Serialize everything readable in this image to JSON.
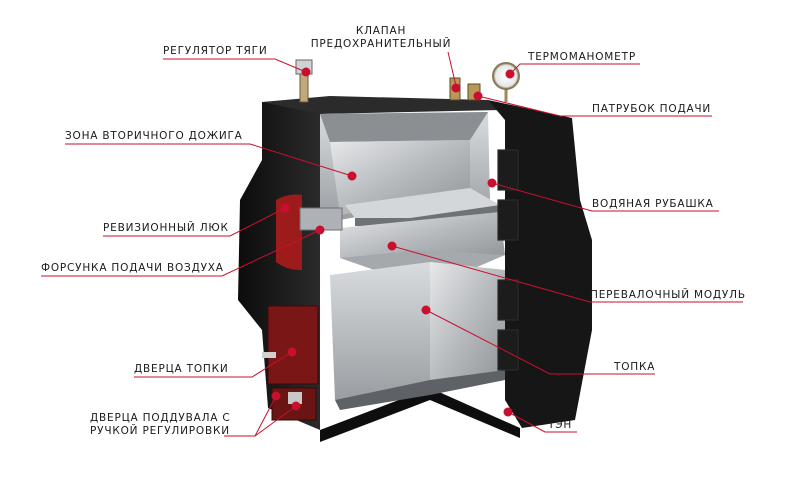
{
  "labels": {
    "draft_regulator": "РЕГУЛЯТОР ТЯГИ",
    "safety_valve_line1": "КЛАПАН",
    "safety_valve_line2": "ПРЕДОХРАНИТЕЛЬНЫЙ",
    "thermomanometer": "ТЕРМОМАНОМЕТР",
    "supply_pipe": "ПАТРУБОК ПОДАЧИ",
    "afterburn_zone": "ЗОНА ВТОРИЧНОГО ДОЖИГА",
    "water_jacket": "ВОДЯНАЯ РУБАШКА",
    "inspection_hatch": "РЕВИЗИОННЫЙ ЛЮК",
    "air_nozzle": "ФОРСУНКА ПОДАЧИ ВОЗДУХА",
    "transfer_module": "ПЕРЕВАЛОЧНЫЙ МОДУЛЬ",
    "firebox_door": "ДВЕРЦА ТОПКИ",
    "firebox": "ТОПКА",
    "ash_door_line1": "ДВЕРЦА ПОДДУВАЛА С",
    "ash_door_line2": "РУЧКОЙ РЕГУЛИРОВКИ",
    "heater": "ТЭН"
  },
  "colors": {
    "leader": "#c8102e",
    "marker": "#c8102e",
    "body": "#141414",
    "steel": "#b9bcbf",
    "door": "#8a1a1a"
  }
}
